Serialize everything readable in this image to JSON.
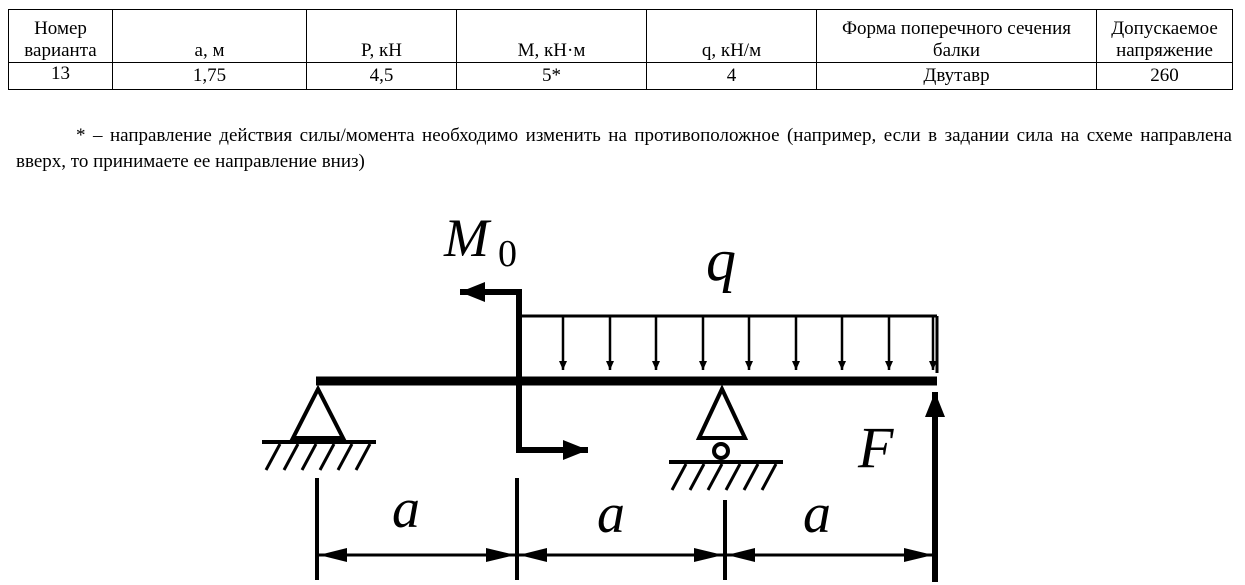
{
  "table": {
    "headers": [
      "Номер варианта",
      "a, м",
      "P, кН",
      "M, кН·м",
      "q, кН/м",
      "Форма поперечного сечения балки",
      "Допускаемое напряжение"
    ],
    "row": [
      "13",
      "1,75",
      "4,5",
      "5*",
      "4",
      "Двутавр",
      "260"
    ]
  },
  "note": "* – направление действия силы/момента необходимо изменить на противоположное (например, если в задании сила на схеме направлена вверх, то принимаете ее направление вниз)",
  "scheme": {
    "moment_label": "M",
    "moment_subscript": "0",
    "load_label": "q",
    "force_label": "F",
    "span_labels": [
      "a",
      "a",
      "a"
    ]
  }
}
